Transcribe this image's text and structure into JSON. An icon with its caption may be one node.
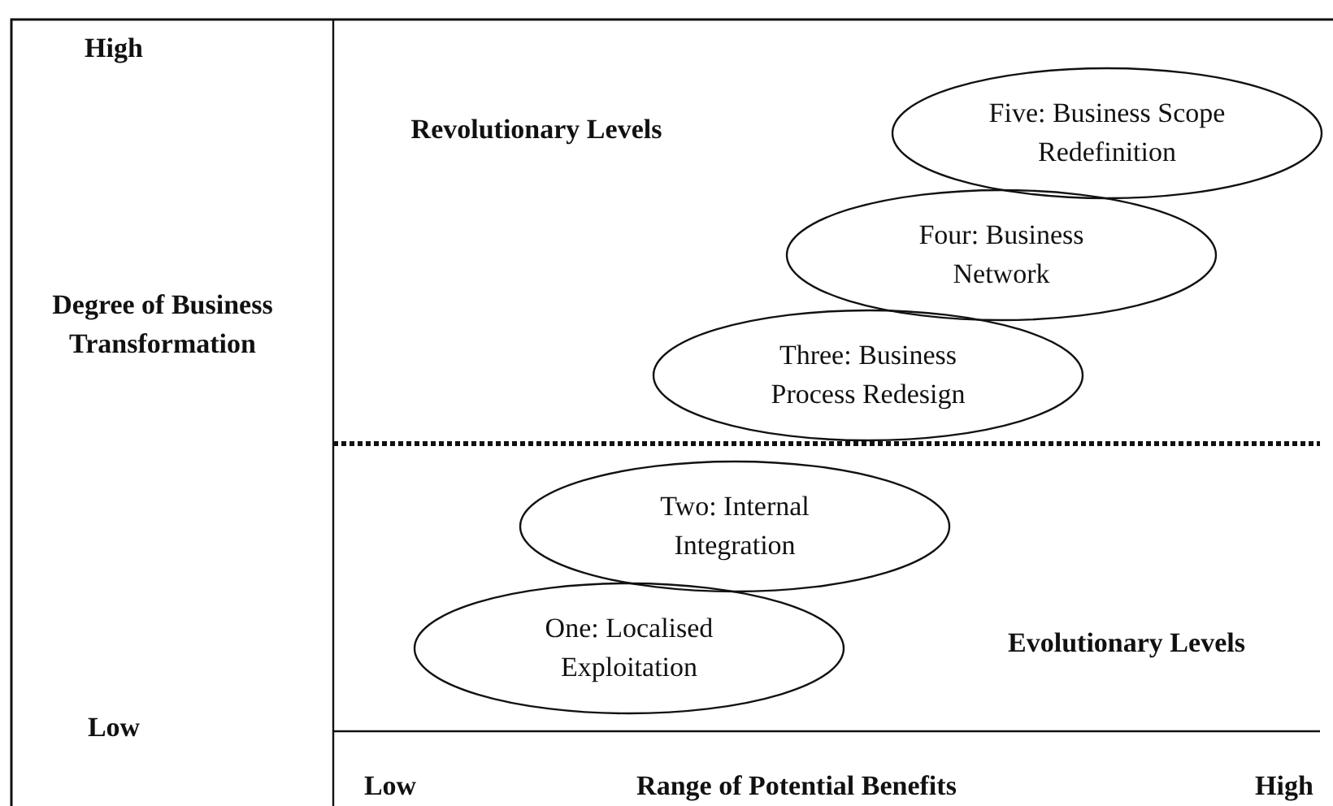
{
  "diagram": {
    "nodes": [
      {
        "text": [
          "Five: Business Scope Redefinition"
        ]
      },
      {
        "text": [
          "Four: Business Network"
        ]
      },
      {
        "text": [
          "Three: Business Process Redesign"
        ]
      },
      {
        "text": [
          "Two: Internal Integration"
        ]
      },
      {
        "text": [
          "One: Localised Exploitation"
        ]
      }
    ],
    "labels": [
      "High",
      "Revolutionary Levels",
      "Degree of Business Transformation",
      "Evolutionary Levels",
      "Low",
      "Low",
      "Range of Potential Benefits",
      "High"
    ]
  }
}
